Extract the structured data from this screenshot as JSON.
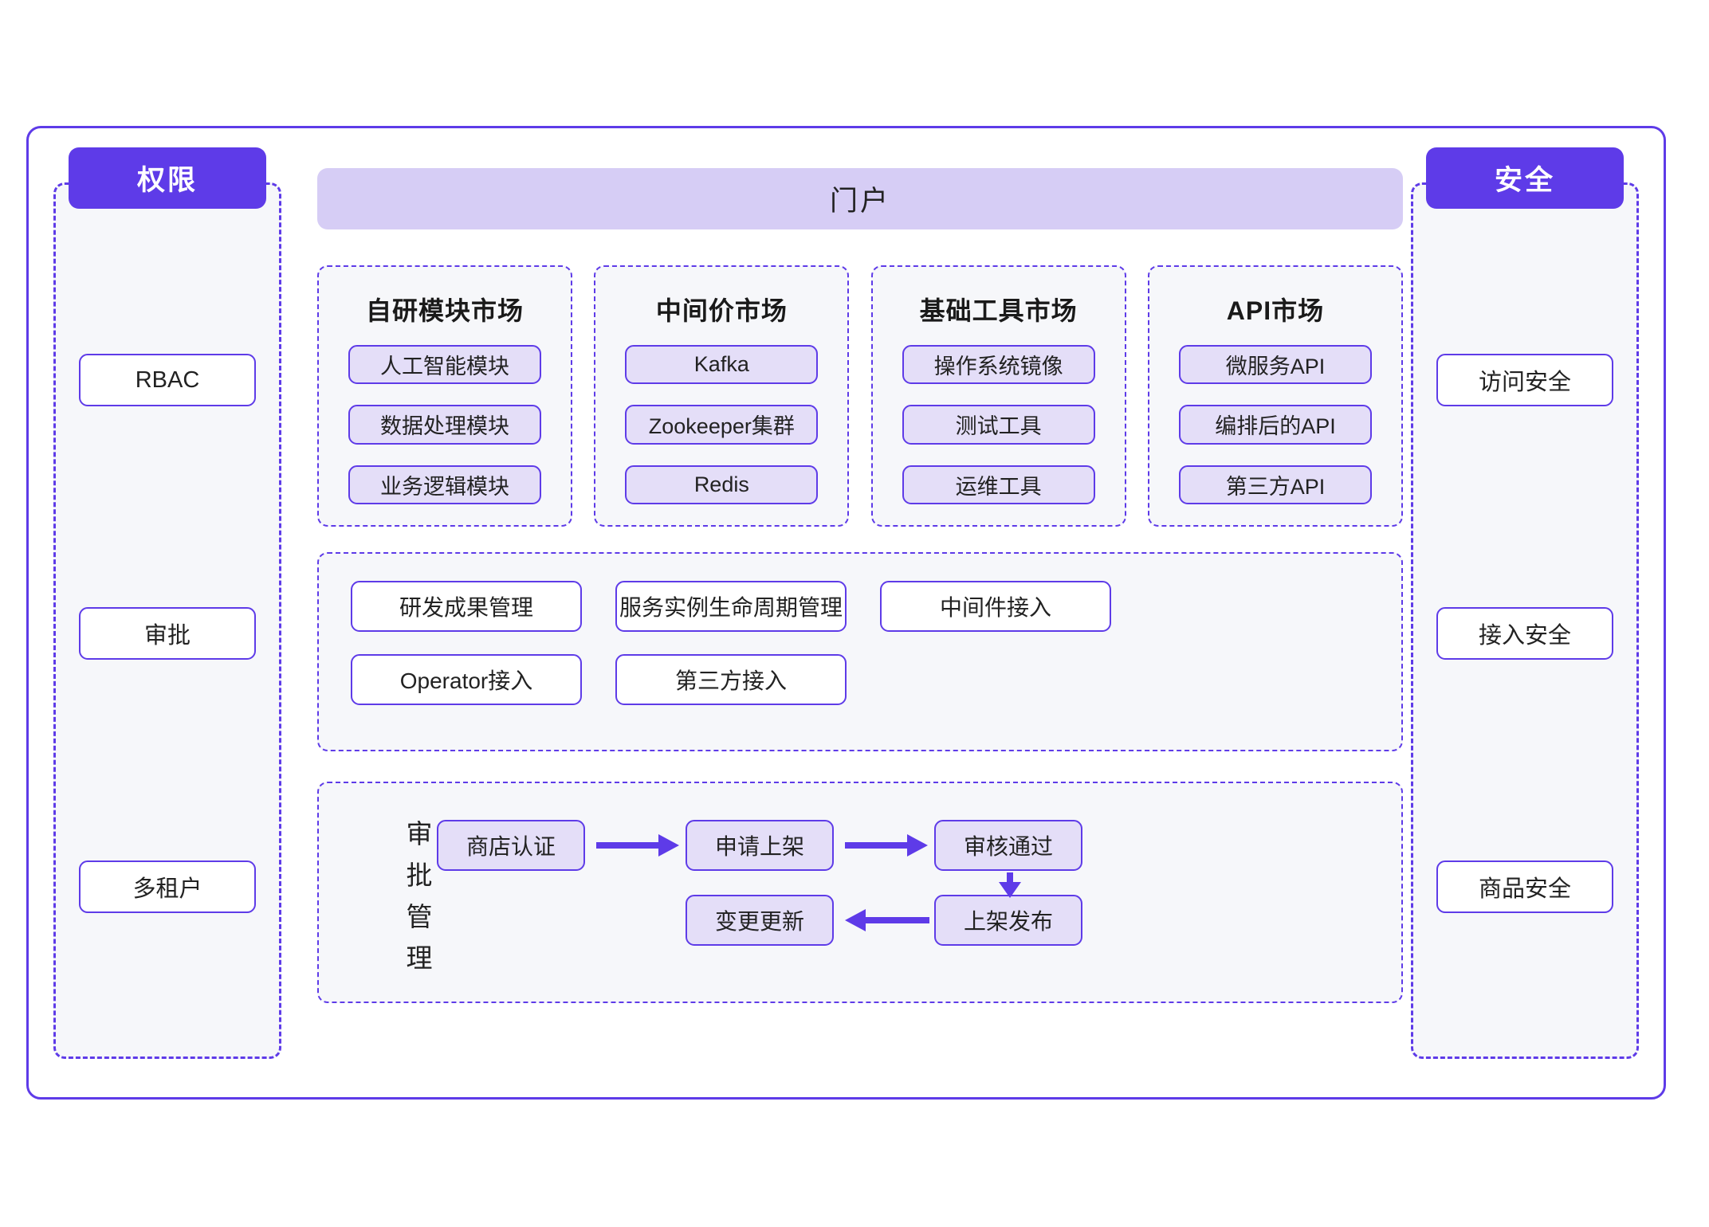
{
  "frame": {
    "border_color": "#5E3BE8"
  },
  "colors": {
    "primary_purple": "#5E3BE8",
    "portal_bar_fill": "#D6CDF5",
    "lavender_card_fill": "#E4DEF8",
    "panel_fill": "#F6F7FA",
    "white_fill": "#FFFFFF"
  },
  "left_panel": {
    "badge_label": "权限",
    "items": [
      {
        "label": "RBAC"
      },
      {
        "label": "审批"
      },
      {
        "label": "多租户"
      }
    ]
  },
  "right_panel": {
    "badge_label": "安全",
    "items": [
      {
        "label": "访问安全"
      },
      {
        "label": "接入安全"
      },
      {
        "label": "商品安全"
      }
    ]
  },
  "portal": {
    "title": "门户"
  },
  "markets": [
    {
      "title": "自研模块市场",
      "items": [
        "人工智能模块",
        "数据处理模块",
        "业务逻辑模块"
      ]
    },
    {
      "title": "中间价市场",
      "items": [
        "Kafka",
        "Zookeeper集群",
        "Redis"
      ]
    },
    {
      "title": "基础工具市场",
      "items": [
        "操作系统镜像",
        "测试工具",
        "运维工具"
      ]
    },
    {
      "title": "API市场",
      "items": [
        "微服务API",
        "编排后的API",
        "第三方API"
      ]
    }
  ],
  "management": {
    "row1": [
      "研发成果管理",
      "服务实例生命周期管理",
      "中间件接入"
    ],
    "row2": [
      "Operator接入",
      "第三方接入"
    ]
  },
  "approval": {
    "vertical_label": "审批管理",
    "nodes": [
      "商店认证",
      "申请上架",
      "审核通过",
      "上架发布",
      "变更更新"
    ],
    "arrows": [
      {
        "from": "商店认证",
        "to": "申请上架",
        "direction": "right"
      },
      {
        "from": "申请上架",
        "to": "审核通过",
        "direction": "right"
      },
      {
        "from": "审核通过",
        "to": "上架发布",
        "direction": "down"
      },
      {
        "from": "上架发布",
        "to": "变更更新",
        "direction": "left"
      }
    ]
  }
}
